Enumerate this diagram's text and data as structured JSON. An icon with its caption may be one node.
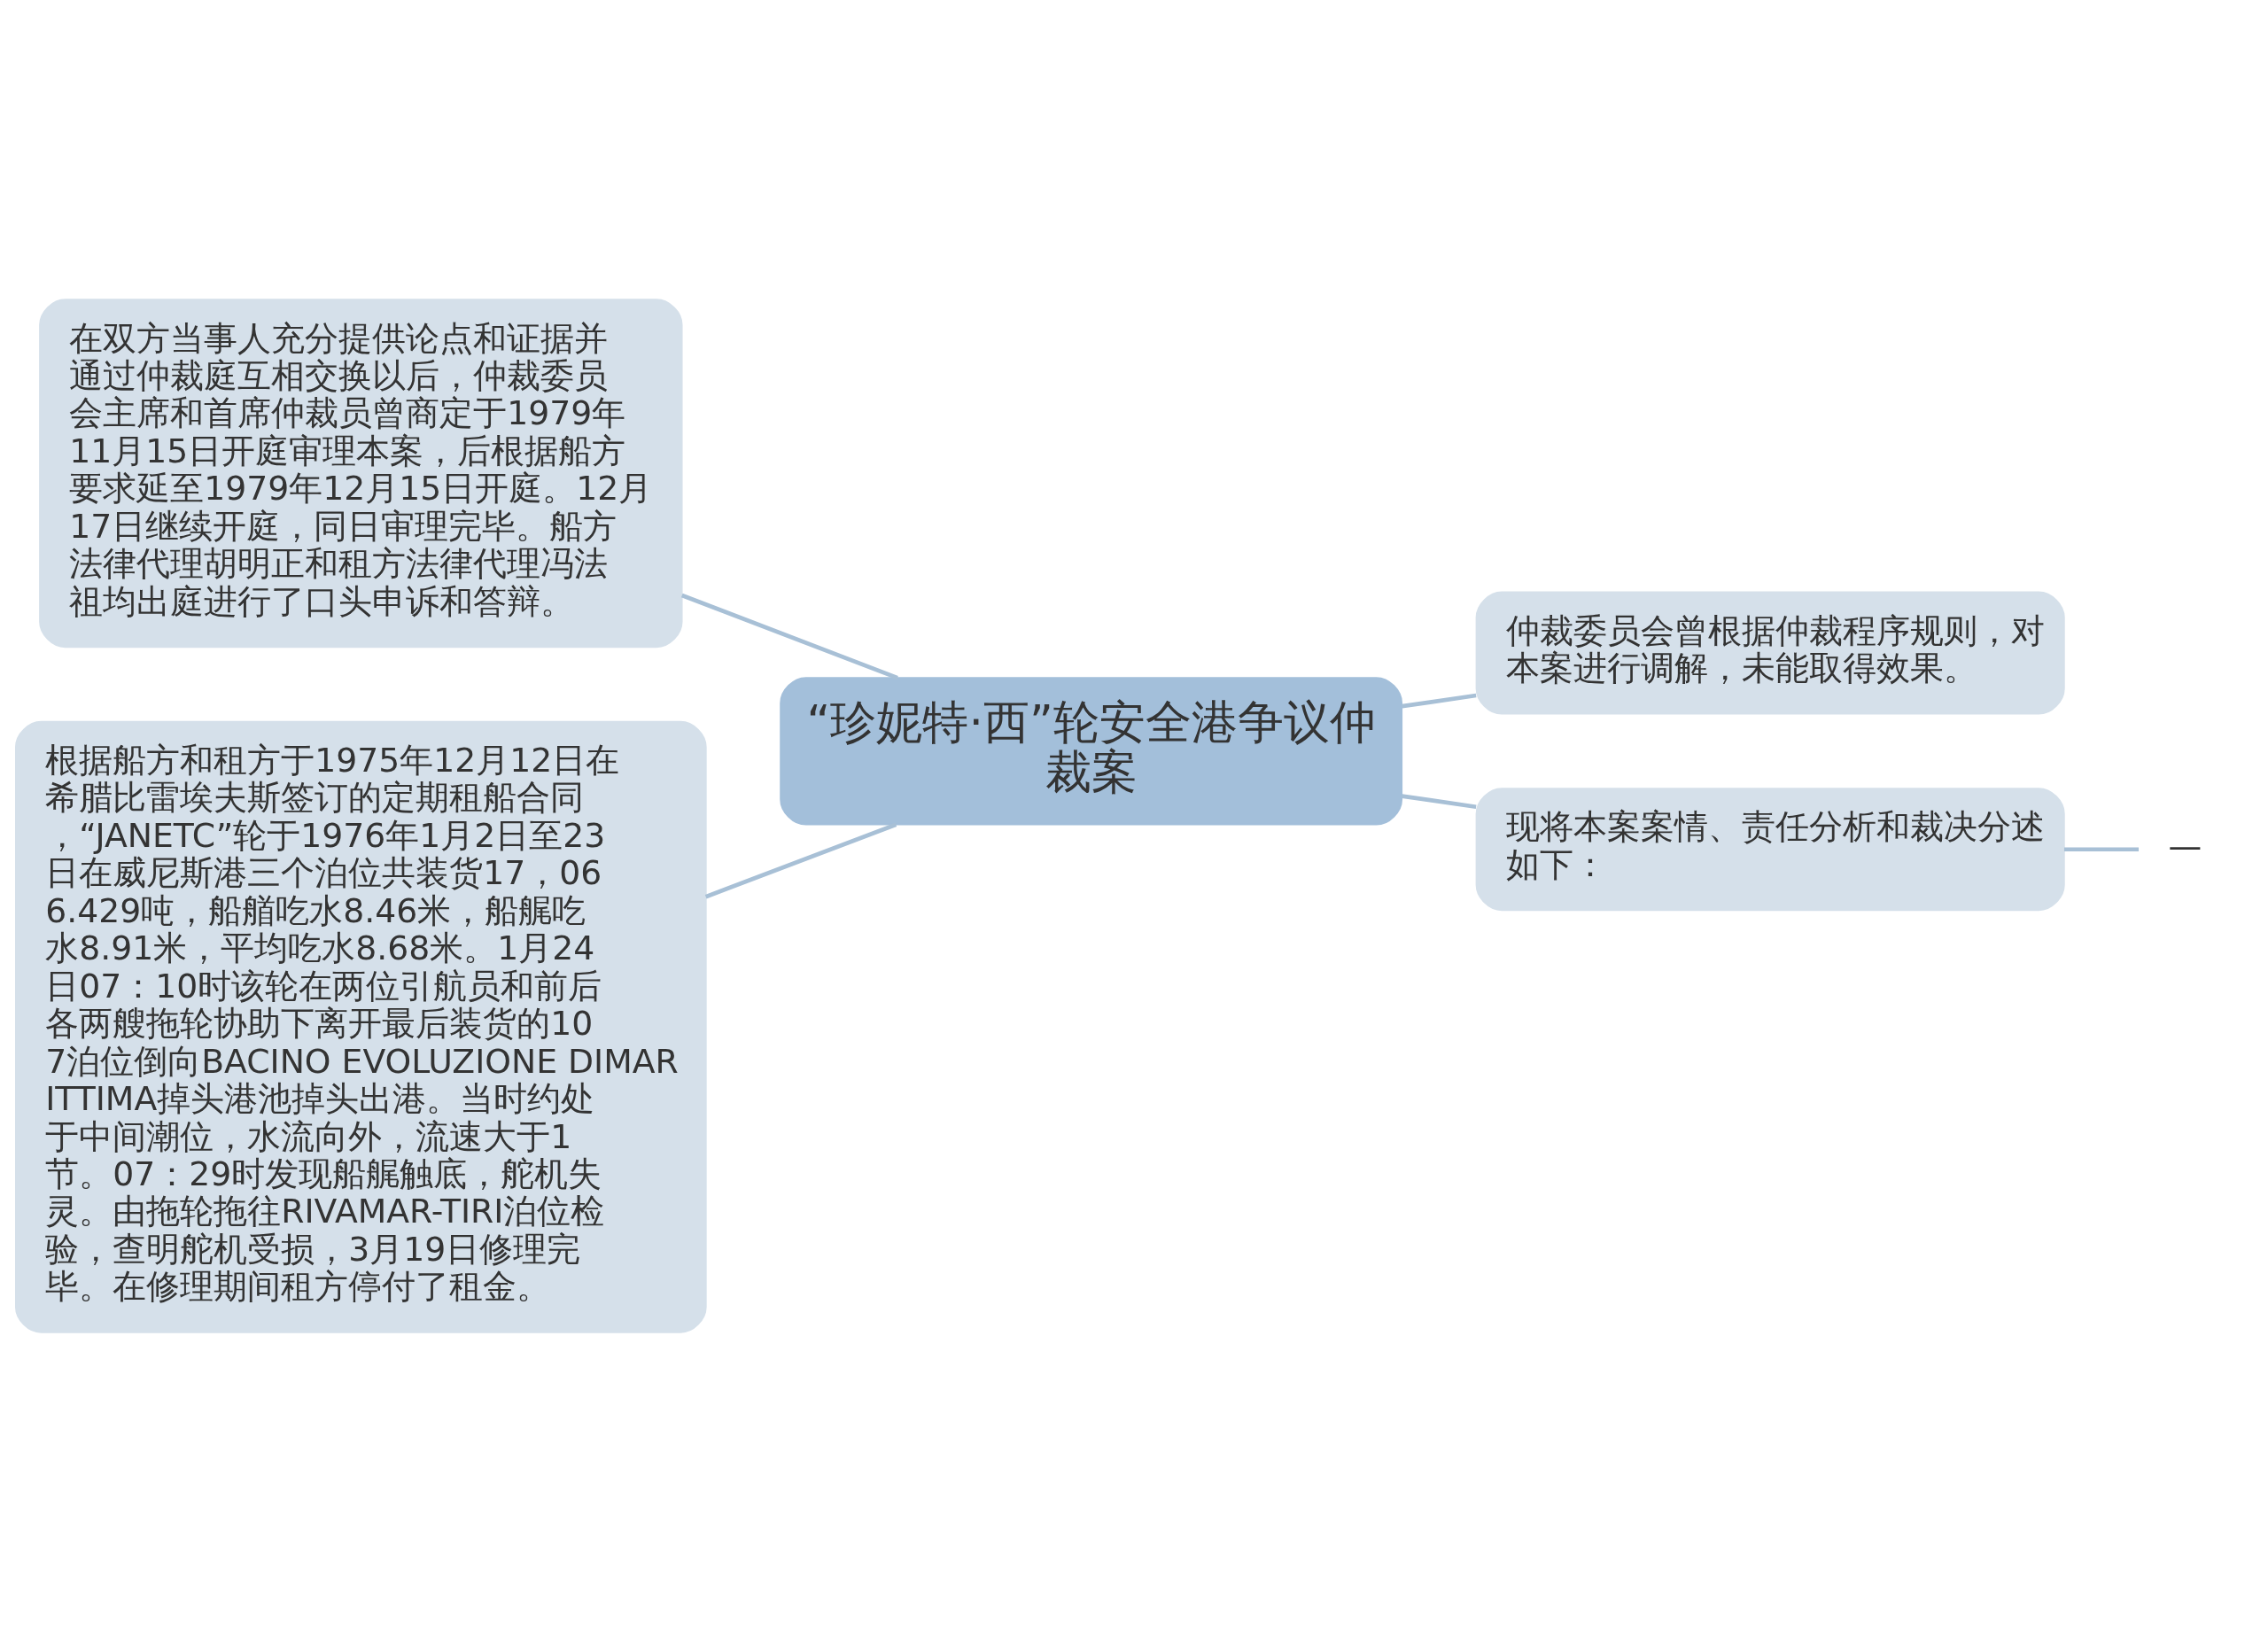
{
  "diagram": {
    "nodes": [
      {
        "text": [
          "“珍妮特·西”轮安全港争议仲裁案"
        ]
      },
      {
        "text": [
          "在双方当事人充分提供论点和证据并通过仲裁庭互相交换以后，仲裁委员会主席和首席仲裁员曾商定于1979年11月15日开庭审理本案，后根据船方要求延至1979年12月15日开庭。12月17日继续开庭，同日审理完毕。船方法律代理胡明正和租方法律代理冯法祖均出庭进行了口头申诉和答辩。"
        ]
      },
      {
        "text": [
          "根据船方和租方于1975年12月12日在希腊比雷埃夫斯签订的定期租船合同，“JANETC”轮于1976年1月2日至23日在威尼斯港三个泊位共装货17，066.429吨，船艏吃水8.46米，船艉吃水8.91米，平均吃水8.68米。1月24日07：10时该轮在两位引航员和前后各两艘拖轮协助下离开最后装货的107泊位倒向BACINO EVOLUZIONE DIMARITTIMA掉头港池掉头出港。当时约处于中间潮位，水流向外，流速大于1节。07：29时发现船艉触底，舵机失灵。由拖轮拖往RIVAMAR-TIRI泊位检验，查明舵机受损，3月19日修理完毕。在修理期间租方停付了租金。"
        ]
      },
      {
        "text": [
          "仲裁委员会曾根据仲裁程序规则，对本案进行调解，未能取得效果。"
        ]
      },
      {
        "text": [
          "现将本案案情、责任分析和裁决分述如下："
        ]
      },
      {
        "text": [
          "—"
        ]
      }
    ],
    "edges": [
      {
        "from": 0,
        "to": 1,
        "arrow": "none"
      },
      {
        "from": 0,
        "to": 2,
        "arrow": "none"
      },
      {
        "from": 0,
        "to": 3,
        "arrow": "none"
      },
      {
        "from": 0,
        "to": 4,
        "arrow": "none"
      },
      {
        "from": 4,
        "to": 5,
        "arrow": "none"
      }
    ]
  }
}
